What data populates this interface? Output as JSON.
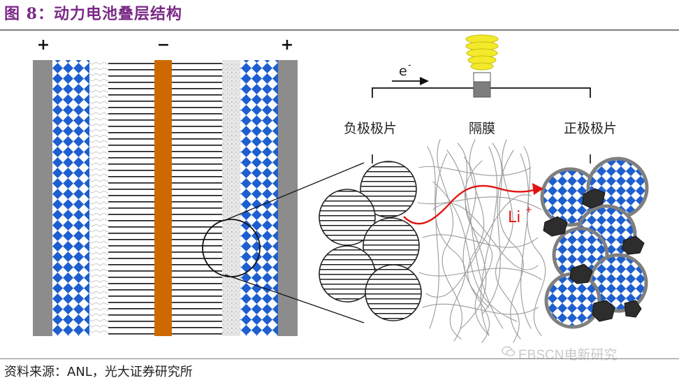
{
  "header": {
    "title": "图 8：动力电池叠层结构"
  },
  "labels": {
    "plus_left": "+",
    "minus": "−",
    "plus_right": "+",
    "electron": "e",
    "electron_sup": "-",
    "anode": "负极极片",
    "separator": "隔膜",
    "cathode": "正极极片",
    "ion": "Li",
    "ion_sup": "+"
  },
  "footer": {
    "source": "资料来源：ANL，光大证券研究所"
  },
  "watermark": {
    "text": "EBSCN电新研究"
  },
  "colors": {
    "title": "#7a2a86",
    "current_collector_gray": "#8c8c8c",
    "copper": "#cc6a00",
    "cathode_blue": "#1e5fd0",
    "ion_path": "#e0140f",
    "bulb": "#f2ea2a"
  }
}
